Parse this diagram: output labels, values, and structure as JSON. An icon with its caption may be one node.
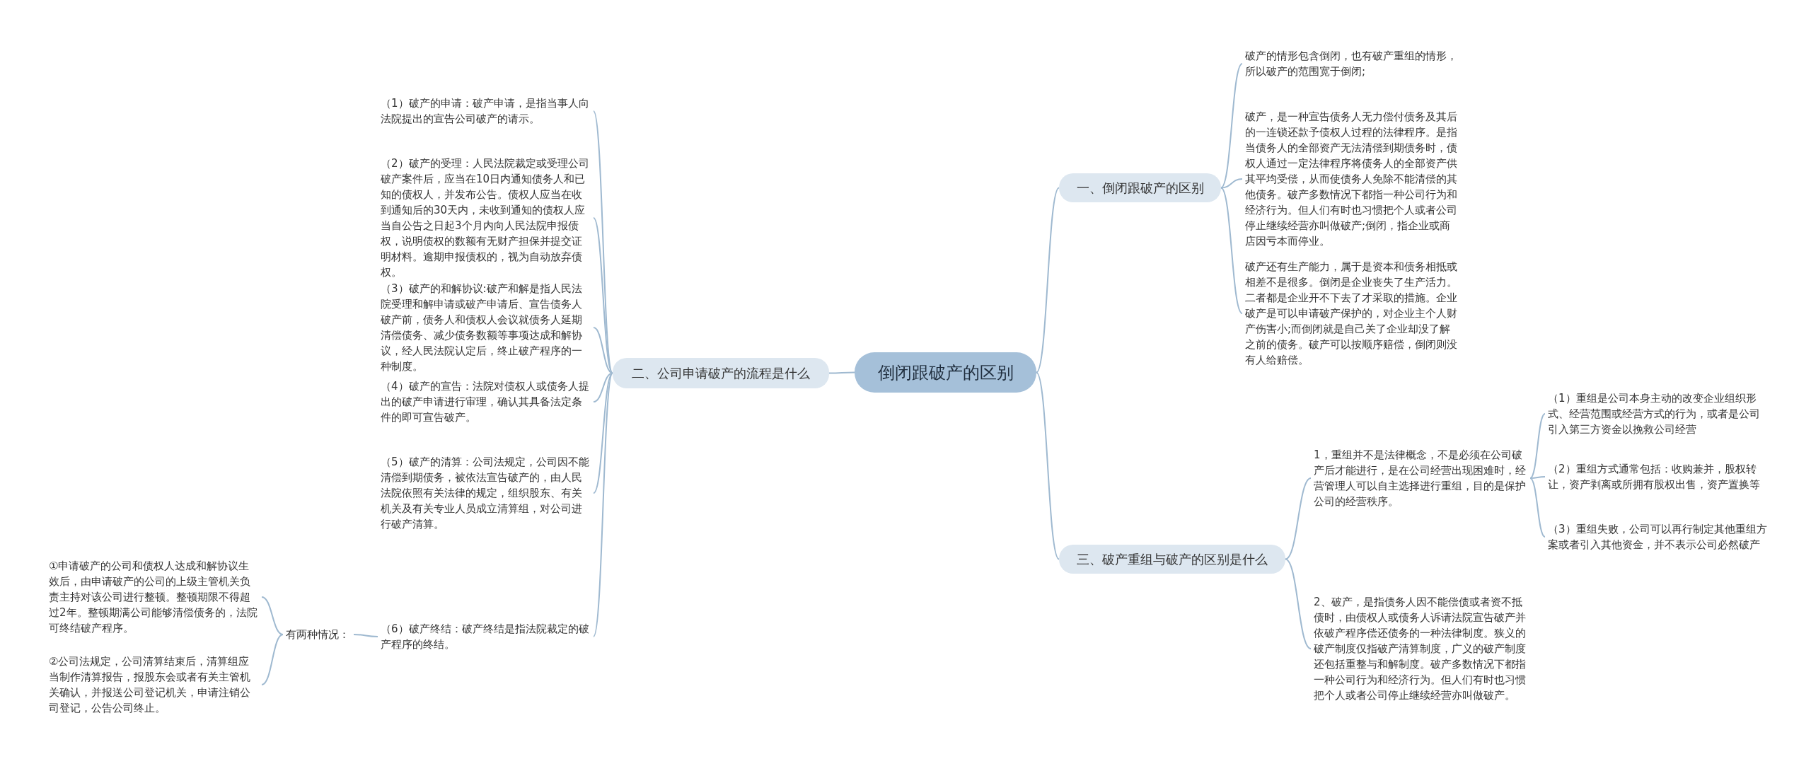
{
  "diagram": {
    "nodes": [
      {
        "text": [
          "倒闭跟破产的区别"
        ]
      },
      {
        "text": [
          "一、倒闭跟破产的区别"
        ]
      },
      {
        "text": [
          "破产的情形包含倒闭，也有破产重组的情形，所以破产的范围宽于倒闭;"
        ]
      },
      {
        "text": [
          "破产，是一种宣告债务人无力偿付债务及其后的一连锁还款予债权人过程的法律程序。是指当债务人的全部资产无法清偿到期债务时，债权人通过一定法律程序将债务人的全部资产供其平均受偿，从而使债务人免除不能清偿的其他债务。破产多数情况下都指一种公司行为和经济行为。但人们有时也习惯把个人或者公司停止继续经营亦叫做破产;倒闭，指企业或商店因亏本而停业。"
        ]
      },
      {
        "text": [
          "破产还有生产能力，属于是资本和债务相抵或相差不是很多。倒闭是企业丧失了生产活力。二者都是企业开不下去了才采取的措施。企业破产是可以申请破产保护的，对企业主个人财产伤害小;而倒闭就是自己关了企业却没了解之前的债务。破产可以按顺序赔偿，倒闭则没有人给赔偿。"
        ]
      },
      {
        "text": [
          "三、破产重组与破产的区别是什么"
        ]
      },
      {
        "text": [
          "1，重组并不是法律概念，不是必须在公司破产后才能进行，是在公司经营出现困难时，经营管理人可以自主选择进行重组，目的是保护公司的经营秩序。"
        ]
      },
      {
        "text": [
          "（1）重组是公司本身主动的改变企业组织形式、经营范围或经营方式的行为，或者是公司引入第三方资金以挽救公司经营"
        ]
      },
      {
        "text": [
          "（2）重组方式通常包括：收购兼并，股权转让，资产剥离或所拥有股权出售，资产置换等"
        ]
      },
      {
        "text": [
          "（3）重组失败，公司可以再行制定其他重组方案或者引入其他资金，并不表示公司必然破产"
        ]
      },
      {
        "text": [
          "2、破产，是指债务人因不能偿债或者资不抵债时，由债权人或债务人诉请法院宣告破产并依破产程序偿还债务的一种法律制度。狭义的破产制度仅指破产清算制度，广义的破产制度还包括重整与和解制度。破产多数情况下都指一种公司行为和经济行为。但人们有时也习惯把个人或者公司停止继续经营亦叫做破产。"
        ]
      },
      {
        "text": [
          "二、公司申请破产的流程是什么"
        ]
      },
      {
        "text": [
          "（1）破产的申请：破产申请，是指当事人向法院提出的宣告公司破产的请示。"
        ]
      },
      {
        "text": [
          "（2）破产的受理：人民法院裁定或受理公司破产案件后，应当在10日内通知债务人和已知的债权人，并发布公告。债权人应当在收到通知后的30天内，未收到通知的债权人应当自公告之日起3个月内向人民法院申报债权，说明债权的数额有无财产担保并提交证明材料。逾期申报债权的，视为自动放弃债权。"
        ]
      },
      {
        "text": [
          "（3）破产的和解协议:破产和解是指人民法院受理和解申请或破产申请后、宣告债务人破产前，债务人和债权人会议就债务人延期清偿债务、减少债务数额等事项达成和解协议，经人民法院认定后，终止破产程序的一种制度。"
        ]
      },
      {
        "text": [
          "（4）破产的宣告：法院对债权人或债务人提出的破产申请进行审理，确认其具备法定条件的即可宣告破产。"
        ]
      },
      {
        "text": [
          "（5）破产的清算：公司法规定，公司因不能清偿到期债务，被依法宣告破产的，由人民法院依照有关法律的规定，组织股东、有关机关及有关专业人员成立清算组，对公司进行破产清算。"
        ]
      },
      {
        "text": [
          "（6）破产终结：破产终结是指法院裁定的破产程序的终结。"
        ]
      },
      {
        "text": [
          "有两种情况："
        ]
      },
      {
        "text": [
          "①申请破产的公司和债权人达成和解协议生效后，由申请破产的公司的上级主管机关负责主持对该公司进行整顿。整顿期限不得超过2年。整顿期满公司能够清偿债务的，法院可终结破产程序。"
        ]
      },
      {
        "text": [
          "②公司法规定，公司清算结束后，清算组应当制作清算报告，报股东会或者有关主管机关确认，并报送公司登记机关，申请注销公司登记，公告公司终止。"
        ]
      }
    ],
    "edges": [
      {
        "from": 0,
        "to": 1,
        "arrow": "none"
      },
      {
        "from": 1,
        "to": 2,
        "arrow": "none"
      },
      {
        "from": 1,
        "to": 3,
        "arrow": "none"
      },
      {
        "from": 1,
        "to": 4,
        "arrow": "none"
      },
      {
        "from": 0,
        "to": 5,
        "arrow": "none"
      },
      {
        "from": 5,
        "to": 6,
        "arrow": "none"
      },
      {
        "from": 6,
        "to": 7,
        "arrow": "none"
      },
      {
        "from": 6,
        "to": 8,
        "arrow": "none"
      },
      {
        "from": 6,
        "to": 9,
        "arrow": "none"
      },
      {
        "from": 5,
        "to": 10,
        "arrow": "none"
      },
      {
        "from": 0,
        "to": 11,
        "arrow": "none"
      },
      {
        "from": 11,
        "to": 12,
        "arrow": "none"
      },
      {
        "from": 11,
        "to": 13,
        "arrow": "none"
      },
      {
        "from": 11,
        "to": 14,
        "arrow": "none"
      },
      {
        "from": 11,
        "to": 15,
        "arrow": "none"
      },
      {
        "from": 11,
        "to": 16,
        "arrow": "none"
      },
      {
        "from": 11,
        "to": 17,
        "arrow": "none"
      },
      {
        "from": 17,
        "to": 18,
        "arrow": "none"
      },
      {
        "from": 18,
        "to": 19,
        "arrow": "none"
      },
      {
        "from": 18,
        "to": 20,
        "arrow": "none"
      }
    ]
  }
}
